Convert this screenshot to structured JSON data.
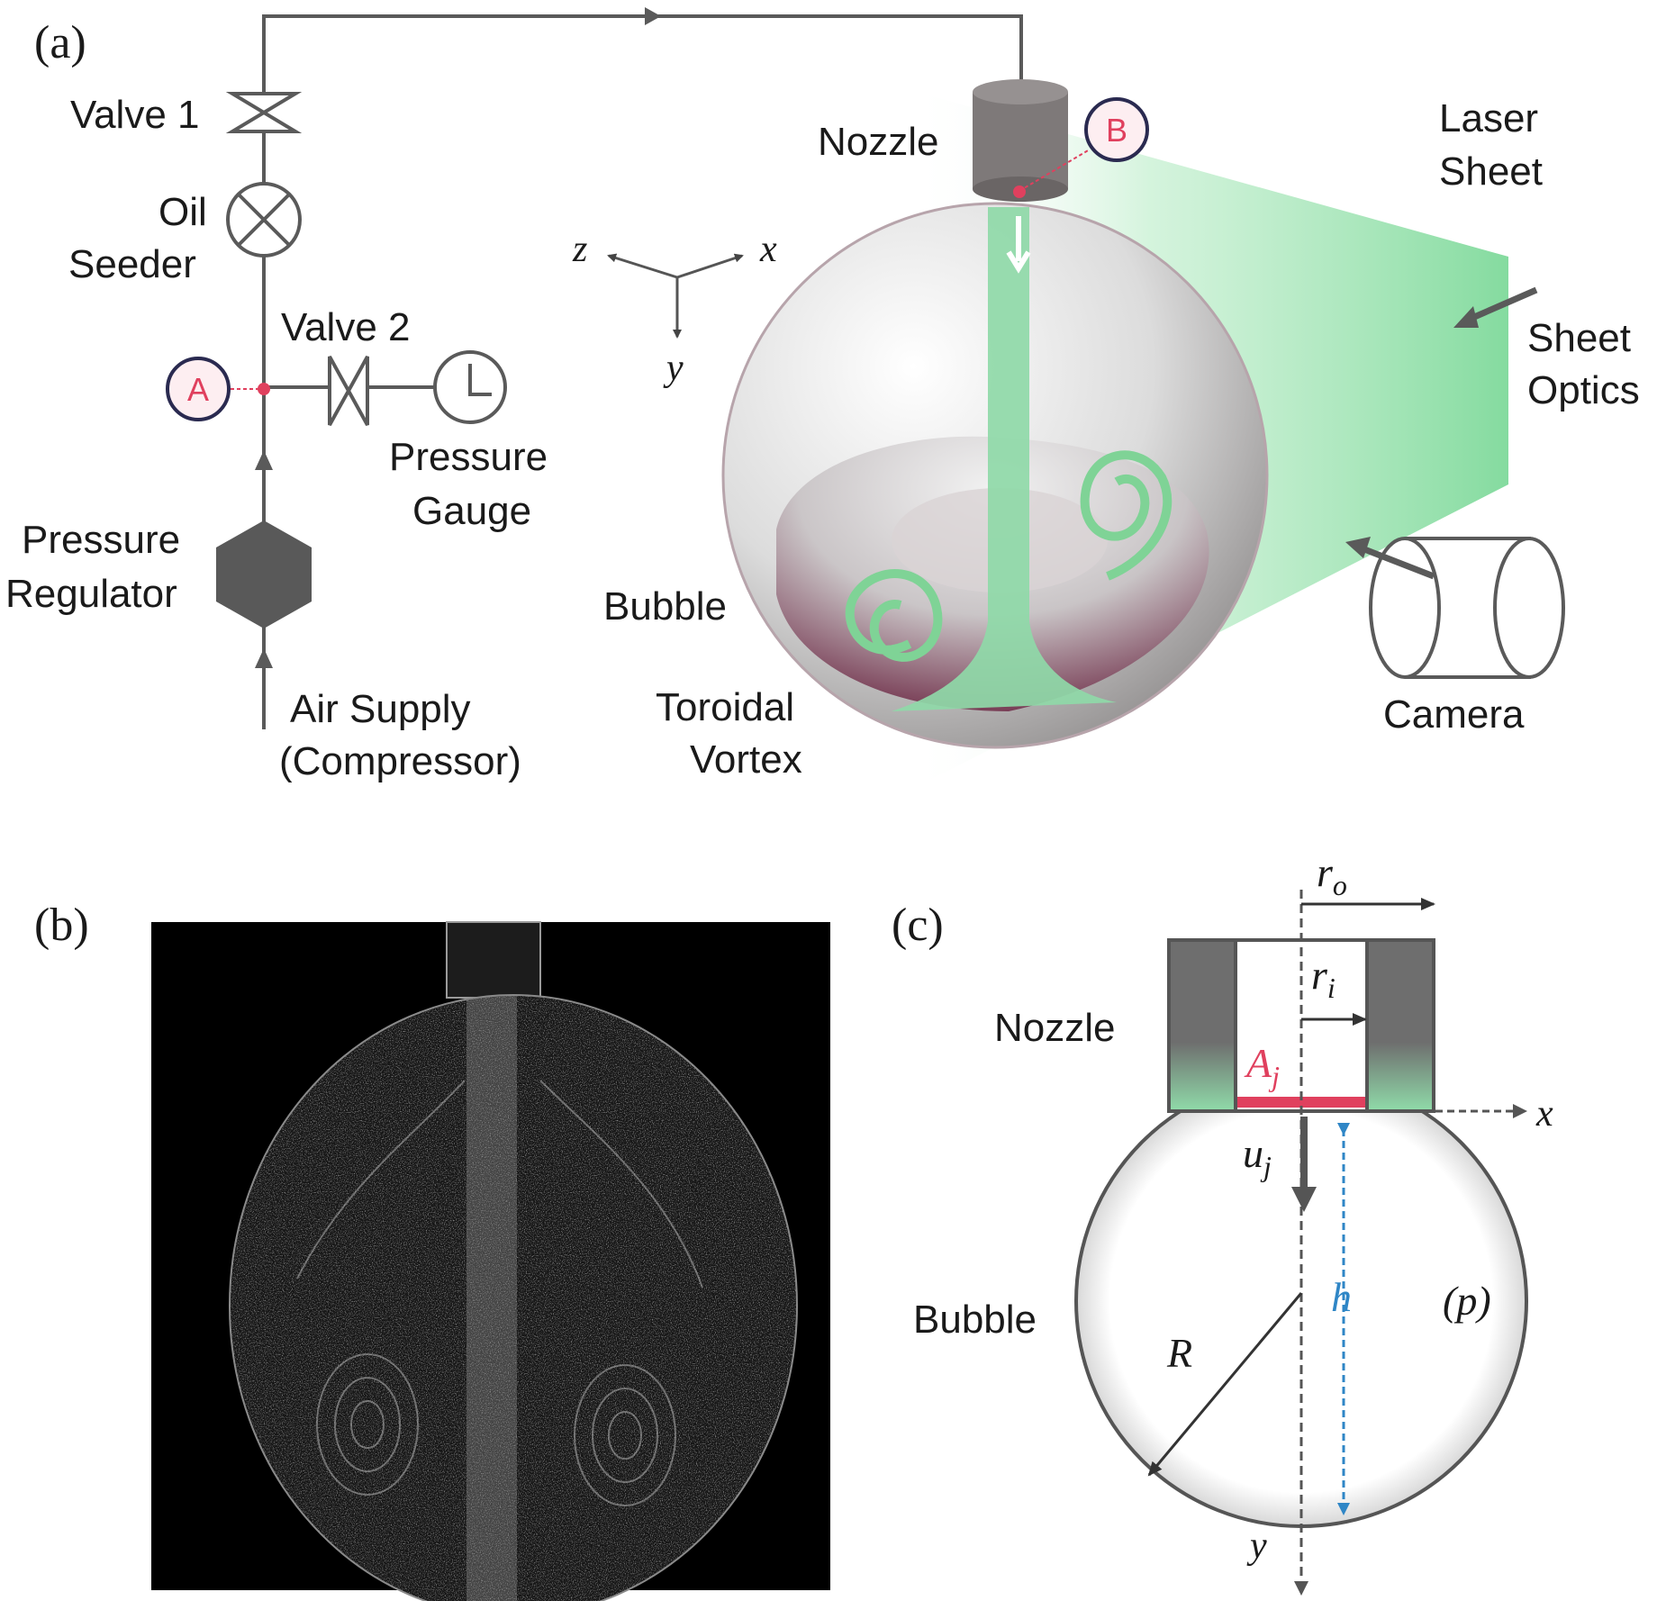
{
  "panels": {
    "a": "(a)",
    "b": "(b)",
    "c": "(c)"
  },
  "schematic": {
    "valve1": "Valve 1",
    "oil_seeder_line1": "Oil",
    "oil_seeder_line2": "Seeder",
    "valve2": "Valve 2",
    "point_a": "A",
    "point_b": "B",
    "pressure_gauge_line1": "Pressure",
    "pressure_gauge_line2": "Gauge",
    "pressure_regulator_line1": "Pressure",
    "pressure_regulator_line2": "Regulator",
    "air_supply_line1": "Air Supply",
    "air_supply_line2": "(Compressor)",
    "nozzle": "Nozzle",
    "laser_sheet_line1": "Laser",
    "laser_sheet_line2": "Sheet",
    "sheet_optics_line1": "Sheet",
    "sheet_optics_line2": "Optics",
    "bubble": "Bubble",
    "toroidal_vortex_line1": "Toroidal",
    "toroidal_vortex_line2": "Vortex",
    "camera": "Camera",
    "axis_x": "x",
    "axis_y": "y",
    "axis_z": "z"
  },
  "geometry_diagram": {
    "nozzle": "Nozzle",
    "bubble": "Bubble",
    "r_o": {
      "base": "r",
      "sub": "o"
    },
    "r_i": {
      "base": "r",
      "sub": "i"
    },
    "A_j": {
      "base": "A",
      "sub": "j"
    },
    "u_j": {
      "base": "u",
      "sub": "j"
    },
    "h": "h",
    "R": "R",
    "p": "(p)",
    "axis_x": "x",
    "axis_y": "y"
  },
  "colors": {
    "accent_red": "#e0405e",
    "jet_green": "#8fd9a8",
    "dim_blue": "#2f86c6",
    "pipe_gray": "#5a5a5a",
    "vortex_dark": "#5e1030"
  }
}
